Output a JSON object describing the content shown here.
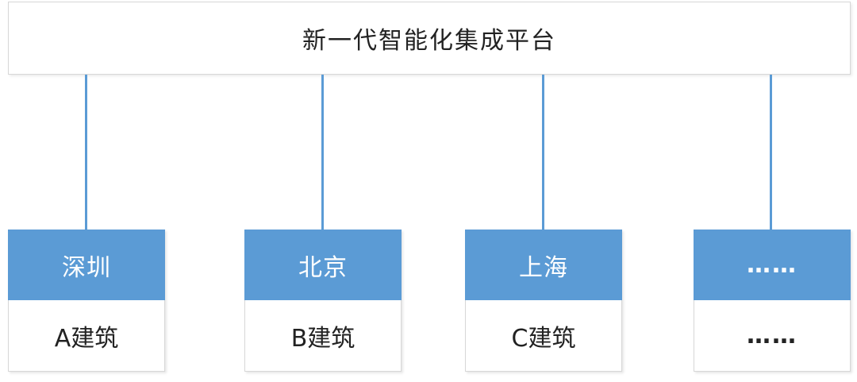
{
  "platform": {
    "title": "新一代智能化集成平台"
  },
  "nodes": [
    {
      "city": "深圳",
      "building": "A建筑"
    },
    {
      "city": "北京",
      "building": "B建筑"
    },
    {
      "city": "上海",
      "building": "C建筑"
    },
    {
      "city": "……",
      "building": "……"
    }
  ],
  "colors": {
    "accent": "#5b9bd5",
    "border": "#d7d7d7",
    "text": "#222222"
  }
}
